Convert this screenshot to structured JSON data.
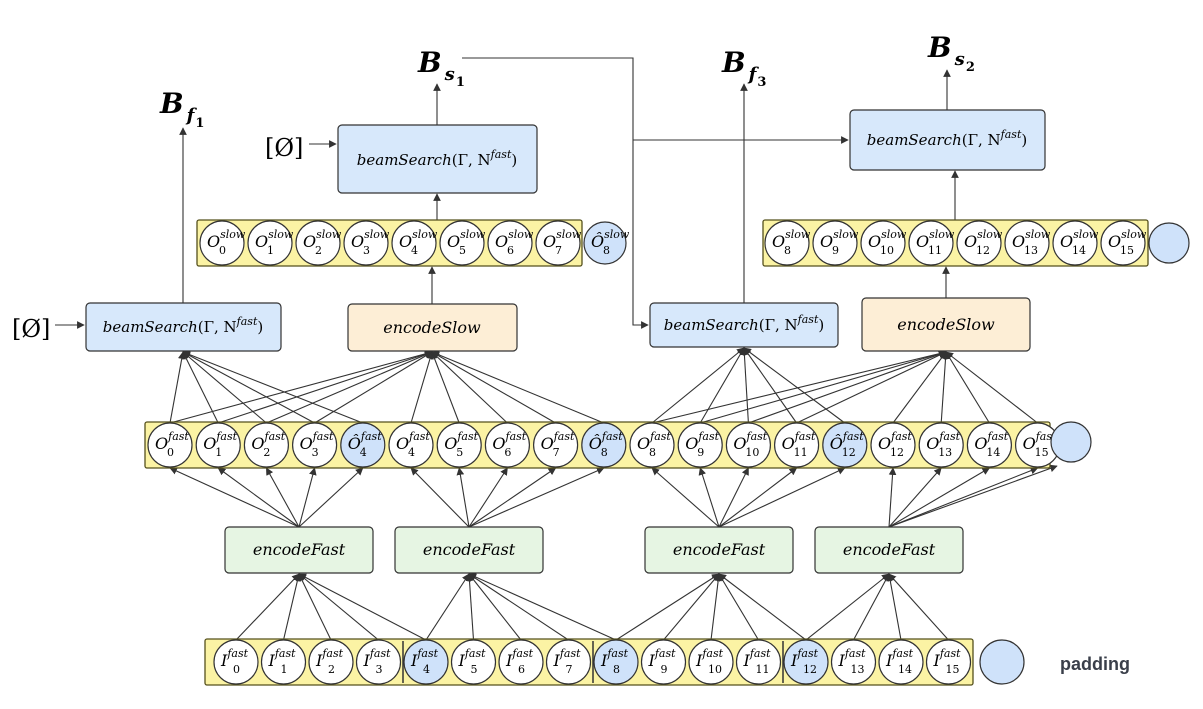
{
  "colors": {
    "tray": "#fbf3a4",
    "tray_stroke": "#55501c",
    "node_white": "#ffffff",
    "node_blue": "#cfe2fa",
    "box_blue": "#d7e8fb",
    "box_orange": "#fdeed6",
    "box_green": "#e6f5e3",
    "line": "#333333"
  },
  "outputs": [
    {
      "base": "B",
      "sub": "f",
      "subsub": "1"
    },
    {
      "base": "B",
      "sub": "s",
      "subsub": "1"
    },
    {
      "base": "B",
      "sub": "f",
      "subsub": "3"
    },
    {
      "base": "B",
      "sub": "s",
      "subsub": "2"
    }
  ],
  "empty_input": "[Ø]",
  "boxes": {
    "beam_search": {
      "name": "beamSearch",
      "args": "(Γ, N",
      "sup": "fast",
      "close": ")"
    },
    "encode_slow": "encodeSlow",
    "encode_fast": "encodeFast"
  },
  "padding_label": "padding",
  "input_row": [
    {
      "base": "I",
      "sup": "fast",
      "sub": "0"
    },
    {
      "base": "I",
      "sup": "fast",
      "sub": "1"
    },
    {
      "base": "I",
      "sup": "fast",
      "sub": "2"
    },
    {
      "base": "I",
      "sup": "fast",
      "sub": "3"
    },
    {
      "base": "I",
      "sup": "fast",
      "sub": "4",
      "blue": true
    },
    {
      "base": "I",
      "sup": "fast",
      "sub": "5"
    },
    {
      "base": "I",
      "sup": "fast",
      "sub": "6"
    },
    {
      "base": "I",
      "sup": "fast",
      "sub": "7"
    },
    {
      "base": "I",
      "sup": "fast",
      "sub": "8",
      "blue": true
    },
    {
      "base": "I",
      "sup": "fast",
      "sub": "9"
    },
    {
      "base": "I",
      "sup": "fast",
      "sub": "10"
    },
    {
      "base": "I",
      "sup": "fast",
      "sub": "11"
    },
    {
      "base": "I",
      "sup": "fast",
      "sub": "12",
      "blue": true
    },
    {
      "base": "I",
      "sup": "fast",
      "sub": "13"
    },
    {
      "base": "I",
      "sup": "fast",
      "sub": "14"
    },
    {
      "base": "I",
      "sup": "fast",
      "sub": "15"
    }
  ],
  "fast_row": [
    {
      "base": "O",
      "sup": "fast",
      "sub": "0"
    },
    {
      "base": "O",
      "sup": "fast",
      "sub": "1"
    },
    {
      "base": "O",
      "sup": "fast",
      "sub": "2"
    },
    {
      "base": "O",
      "sup": "fast",
      "sub": "3"
    },
    {
      "base": "Ô",
      "sup": "fast",
      "sub": "4",
      "blue": true
    },
    {
      "base": "O",
      "sup": "fast",
      "sub": "4"
    },
    {
      "base": "O",
      "sup": "fast",
      "sub": "5"
    },
    {
      "base": "O",
      "sup": "fast",
      "sub": "6"
    },
    {
      "base": "O",
      "sup": "fast",
      "sub": "7"
    },
    {
      "base": "Ô",
      "sup": "fast",
      "sub": "8",
      "blue": true
    },
    {
      "base": "O",
      "sup": "fast",
      "sub": "8"
    },
    {
      "base": "O",
      "sup": "fast",
      "sub": "9"
    },
    {
      "base": "O",
      "sup": "fast",
      "sub": "10"
    },
    {
      "base": "O",
      "sup": "fast",
      "sub": "11"
    },
    {
      "base": "Ô",
      "sup": "fast",
      "sub": "12",
      "blue": true
    },
    {
      "base": "O",
      "sup": "fast",
      "sub": "12"
    },
    {
      "base": "O",
      "sup": "fast",
      "sub": "13"
    },
    {
      "base": "O",
      "sup": "fast",
      "sub": "14"
    },
    {
      "base": "O",
      "sup": "fast",
      "sub": "15"
    }
  ],
  "slow_row_1": [
    {
      "base": "O",
      "sup": "slow",
      "sub": "0"
    },
    {
      "base": "O",
      "sup": "slow",
      "sub": "1"
    },
    {
      "base": "O",
      "sup": "slow",
      "sub": "2"
    },
    {
      "base": "O",
      "sup": "slow",
      "sub": "3"
    },
    {
      "base": "O",
      "sup": "slow",
      "sub": "4"
    },
    {
      "base": "O",
      "sup": "slow",
      "sub": "5"
    },
    {
      "base": "O",
      "sup": "slow",
      "sub": "6"
    },
    {
      "base": "O",
      "sup": "slow",
      "sub": "7"
    }
  ],
  "slow_row_1_extra": {
    "base": "Ô",
    "sup": "slow",
    "sub": "8",
    "blue": true
  },
  "slow_row_2": [
    {
      "base": "O",
      "sup": "slow",
      "sub": "8"
    },
    {
      "base": "O",
      "sup": "slow",
      "sub": "9"
    },
    {
      "base": "O",
      "sup": "slow",
      "sub": "10"
    },
    {
      "base": "O",
      "sup": "slow",
      "sub": "11"
    },
    {
      "base": "O",
      "sup": "slow",
      "sub": "12"
    },
    {
      "base": "O",
      "sup": "slow",
      "sub": "13"
    },
    {
      "base": "O",
      "sup": "slow",
      "sub": "14"
    },
    {
      "base": "O",
      "sup": "slow",
      "sub": "15"
    }
  ]
}
